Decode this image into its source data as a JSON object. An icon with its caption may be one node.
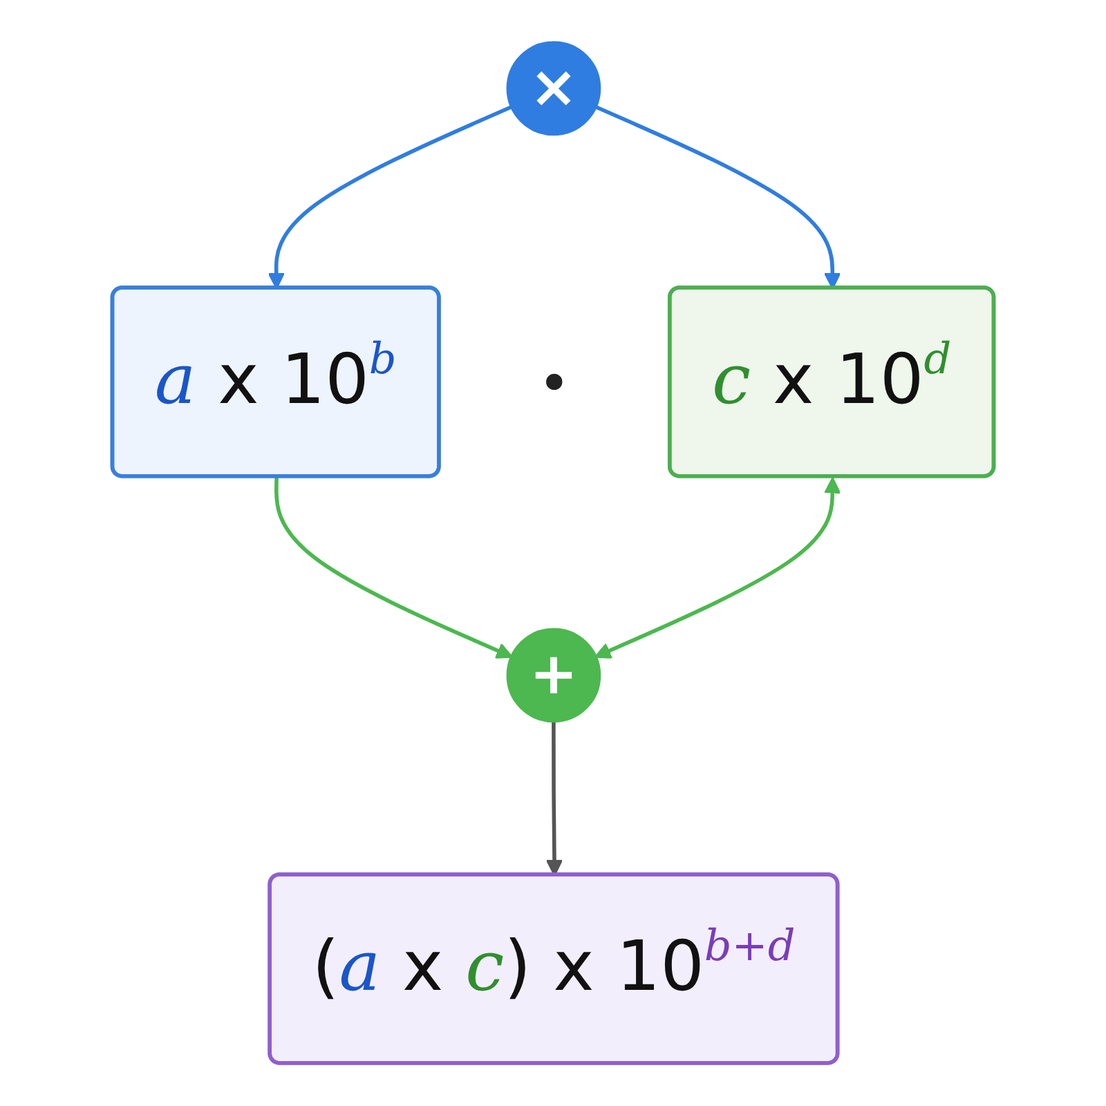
{
  "diagram": {
    "nodes": [
      {
        "text": [
          "*a* x 10$^{b}$"
        ]
      },
      {
        "text": [
          "*c* x 10$^{d}$"
        ]
      },
      {
        "text": [
          "×"
        ]
      },
      {
        "text": [
          "+"
        ]
      },
      {
        "text": [
          "(*a* x *c*) x 10$^{b+d}$"
        ]
      }
    ],
    "edges": [
      {
        "from": 2,
        "to": 0,
        "arrow": "to",
        "color": "#2f7de1"
      },
      {
        "from": 2,
        "to": 1,
        "arrow": "to",
        "color": "#2f7de1"
      },
      {
        "from": 0,
        "to": 3,
        "arrow": "to",
        "color": "#4cb84f"
      },
      {
        "from": 1,
        "to": 3,
        "arrow": "both",
        "color": "#4cb84f"
      },
      {
        "from": 3,
        "to": 4,
        "arrow": "to",
        "color": "#555555"
      }
    ],
    "labels": [
      "·"
    ]
  }
}
